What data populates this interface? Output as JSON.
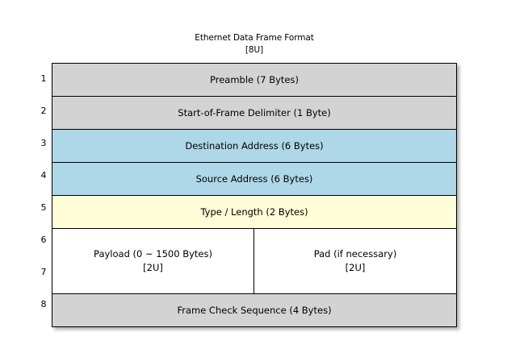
{
  "diagram": {
    "title": "Ethernet Data Frame Format",
    "title_tag": "[8U]",
    "colors": {
      "gray": "#d3d3d3",
      "blue": "#aed7e8",
      "cream": "#fffdd8",
      "white": "#ffffff",
      "border": "#000000",
      "background": "#ffffff"
    },
    "row_numbers": [
      "1",
      "2",
      "3",
      "4",
      "5",
      "6",
      "7",
      "8"
    ],
    "rows": [
      {
        "number": "1",
        "label": "Preamble (7 Bytes)",
        "fill": "gray"
      },
      {
        "number": "2",
        "label": "Start-of-Frame Delimiter (1 Byte)",
        "fill": "gray"
      },
      {
        "number": "3",
        "label": "Destination Address (6 Bytes)",
        "fill": "blue"
      },
      {
        "number": "4",
        "label": "Source Address (6 Bytes)",
        "fill": "blue"
      },
      {
        "number": "5",
        "label": "Type / Length (2 Bytes)",
        "fill": "cream"
      },
      {
        "number": "6-7",
        "fill": "white",
        "split": true,
        "left": {
          "label": "Payload (0 ~ 1500 Bytes)",
          "tag": "[2U]"
        },
        "right": {
          "label": "Pad (if necessary)",
          "tag": "[2U]"
        }
      },
      {
        "number": "8",
        "label": "Frame Check Sequence (4 Bytes)",
        "fill": "gray"
      }
    ]
  }
}
